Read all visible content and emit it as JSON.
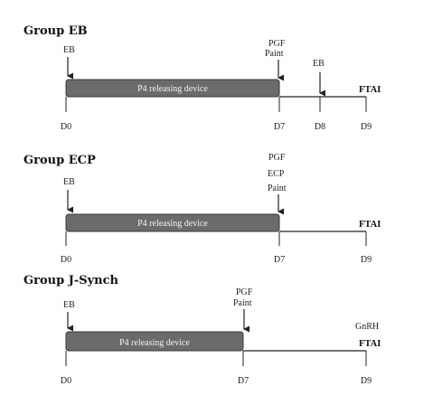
{
  "groups": [
    {
      "title": "Group EB",
      "start_marker": "EB",
      "device": "P4 releasing device",
      "d7_marker_lines": [
        "PGF",
        "Paint"
      ],
      "extra_marker": "EB",
      "end_top": "",
      "end_label": "FTAI",
      "days": [
        "D0",
        "D7",
        "D8",
        "D9"
      ]
    },
    {
      "title": "Group ECP",
      "start_marker": "EB",
      "device": "P4 releasing device",
      "d7_marker_lines": [
        "PGF",
        "ECP",
        "Paint"
      ],
      "extra_marker": "",
      "end_top": "",
      "end_label": "FTAI",
      "days": [
        "D0",
        "D7",
        "D9"
      ]
    },
    {
      "title": "Group J-Synch",
      "start_marker": "EB",
      "device": "P4 releasing device",
      "d7_marker_lines": [
        "PGF",
        "Paint"
      ],
      "extra_marker": "",
      "end_top": "GnRH",
      "end_label": "FTAI",
      "days": [
        "D0",
        "D7",
        "D9"
      ]
    }
  ],
  "colors": {
    "bar_fill": "#6b6b6b",
    "bar_stroke": "#3a3a3a",
    "line": "#222222"
  }
}
